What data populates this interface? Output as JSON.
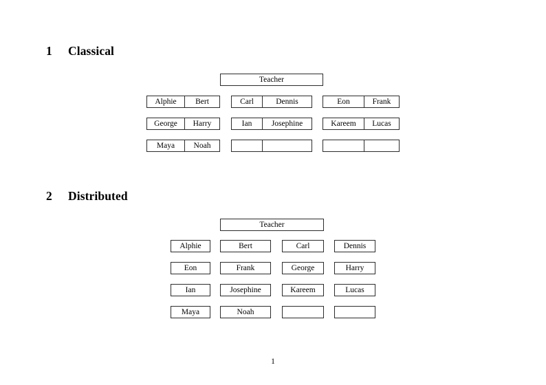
{
  "document": {
    "page_number": "1",
    "sections": [
      {
        "number": "1",
        "title": "Classical",
        "teacher_label": "Teacher",
        "layout": "paired-cells",
        "columns": [
          {
            "rows": [
              {
                "left": "Alphie",
                "right": "Bert"
              },
              {
                "left": "George",
                "right": "Harry"
              },
              {
                "left": "Maya",
                "right": "Noah"
              }
            ]
          },
          {
            "rows": [
              {
                "left": "Carl",
                "right": "Dennis"
              },
              {
                "left": "Ian",
                "right": "Josephine"
              },
              {
                "left": "",
                "right": ""
              }
            ]
          },
          {
            "rows": [
              {
                "left": "Eon",
                "right": "Frank"
              },
              {
                "left": "Kareem",
                "right": "Lucas"
              },
              {
                "left": "",
                "right": ""
              }
            ]
          }
        ]
      },
      {
        "number": "2",
        "title": "Distributed",
        "teacher_label": "Teacher",
        "layout": "single-cells",
        "grid": [
          [
            "Alphie",
            "Bert",
            "Carl",
            "Dennis"
          ],
          [
            "Eon",
            "Frank",
            "George",
            "Harry"
          ],
          [
            "Ian",
            "Josephine",
            "Kareem",
            "Lucas"
          ],
          [
            "Maya",
            "Noah",
            "",
            ""
          ]
        ]
      }
    ]
  },
  "colors": {
    "page_background": "#ffffff",
    "text": "#000000",
    "box_border": "#2b2b2b"
  }
}
